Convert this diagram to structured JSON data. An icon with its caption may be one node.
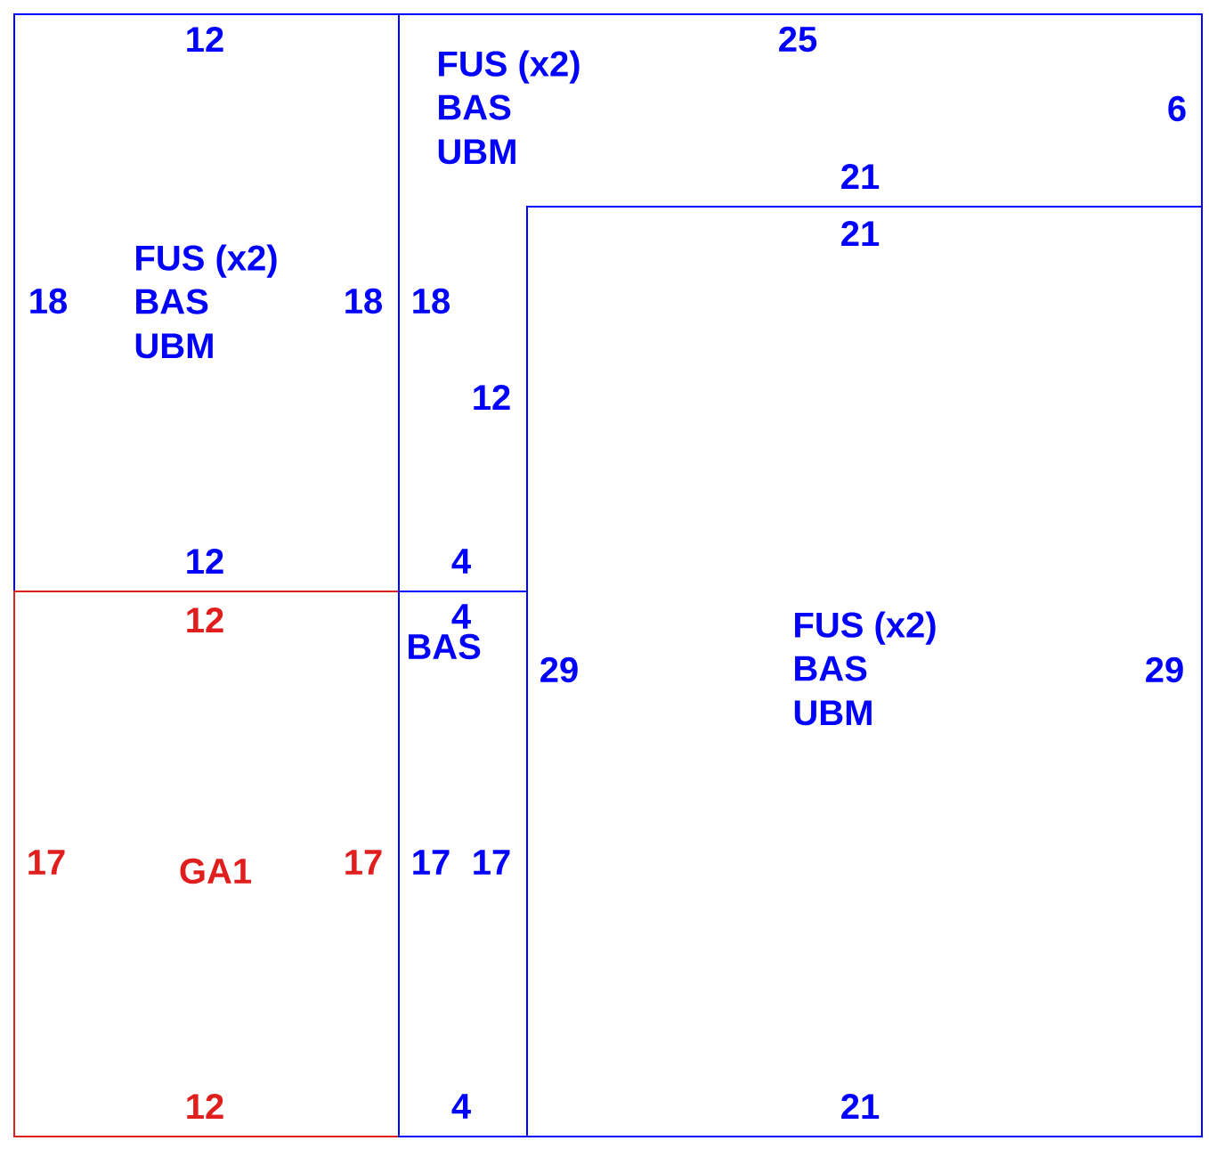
{
  "diagram": {
    "nodes": [
      {
        "text": [
          "12",
          "FUS (x2)",
          "BAS",
          "UBM",
          "18",
          "18",
          "12"
        ]
      },
      {
        "text": [
          "25",
          "FUS (x2)",
          "BAS",
          "UBM",
          "6",
          "21",
          "18",
          "12",
          "4"
        ]
      },
      {
        "text": [
          "21",
          "FUS (x2)",
          "BAS",
          "UBM",
          "29",
          "29",
          "21"
        ]
      },
      {
        "text": [
          "12",
          "17",
          "GA1",
          "17",
          "12"
        ]
      },
      {
        "text": [
          "4",
          "BAS",
          "17",
          "17",
          "4"
        ]
      }
    ]
  }
}
